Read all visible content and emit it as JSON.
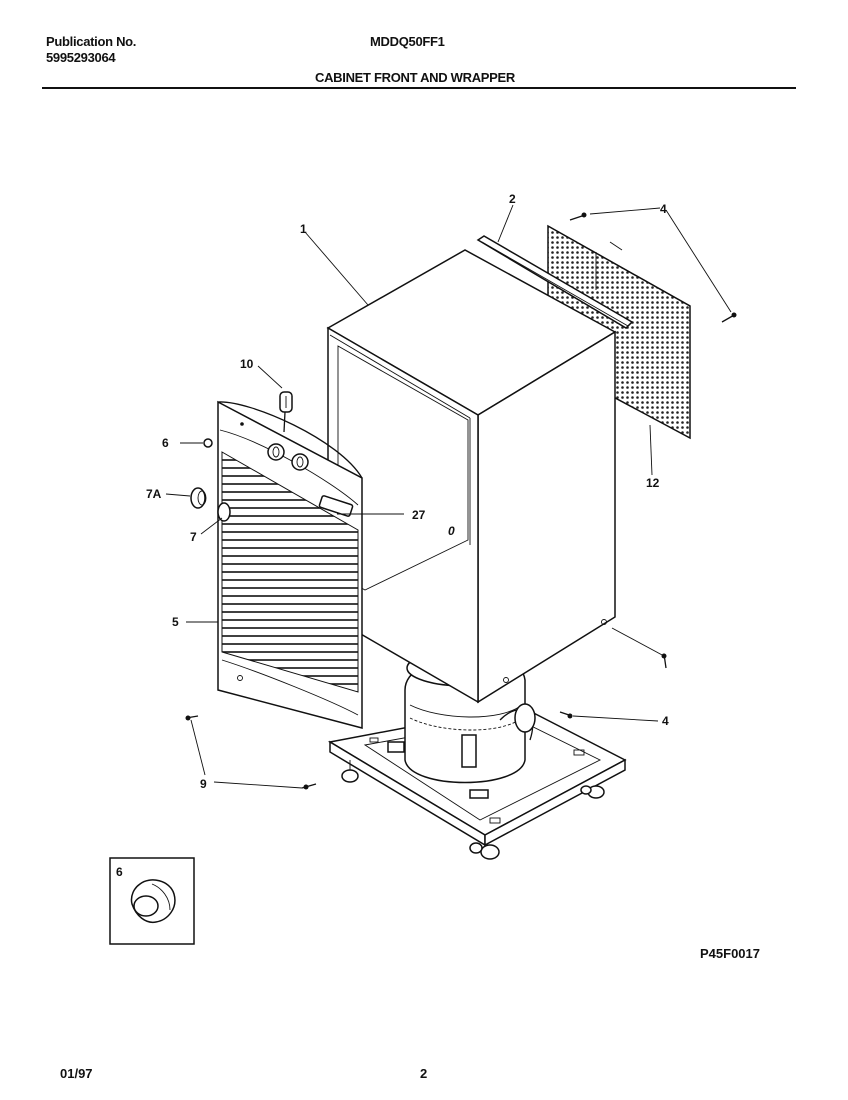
{
  "header": {
    "publication_label": "Publication No.",
    "publication_number": "5995293064",
    "model": "MDDQ50FF1",
    "section_title": "CABINET FRONT AND WRAPPER"
  },
  "callouts": {
    "c1": "1",
    "c2": "2",
    "c4a": "4",
    "c4b": "4",
    "c5": "5",
    "c6": "6",
    "c6b": "6",
    "c7": "7",
    "c7a": "7A",
    "c9": "9",
    "c10": "10",
    "c12": "12",
    "c27": "27"
  },
  "footer": {
    "date": "01/97",
    "page": "2",
    "drawing_code": "P45F0017"
  }
}
